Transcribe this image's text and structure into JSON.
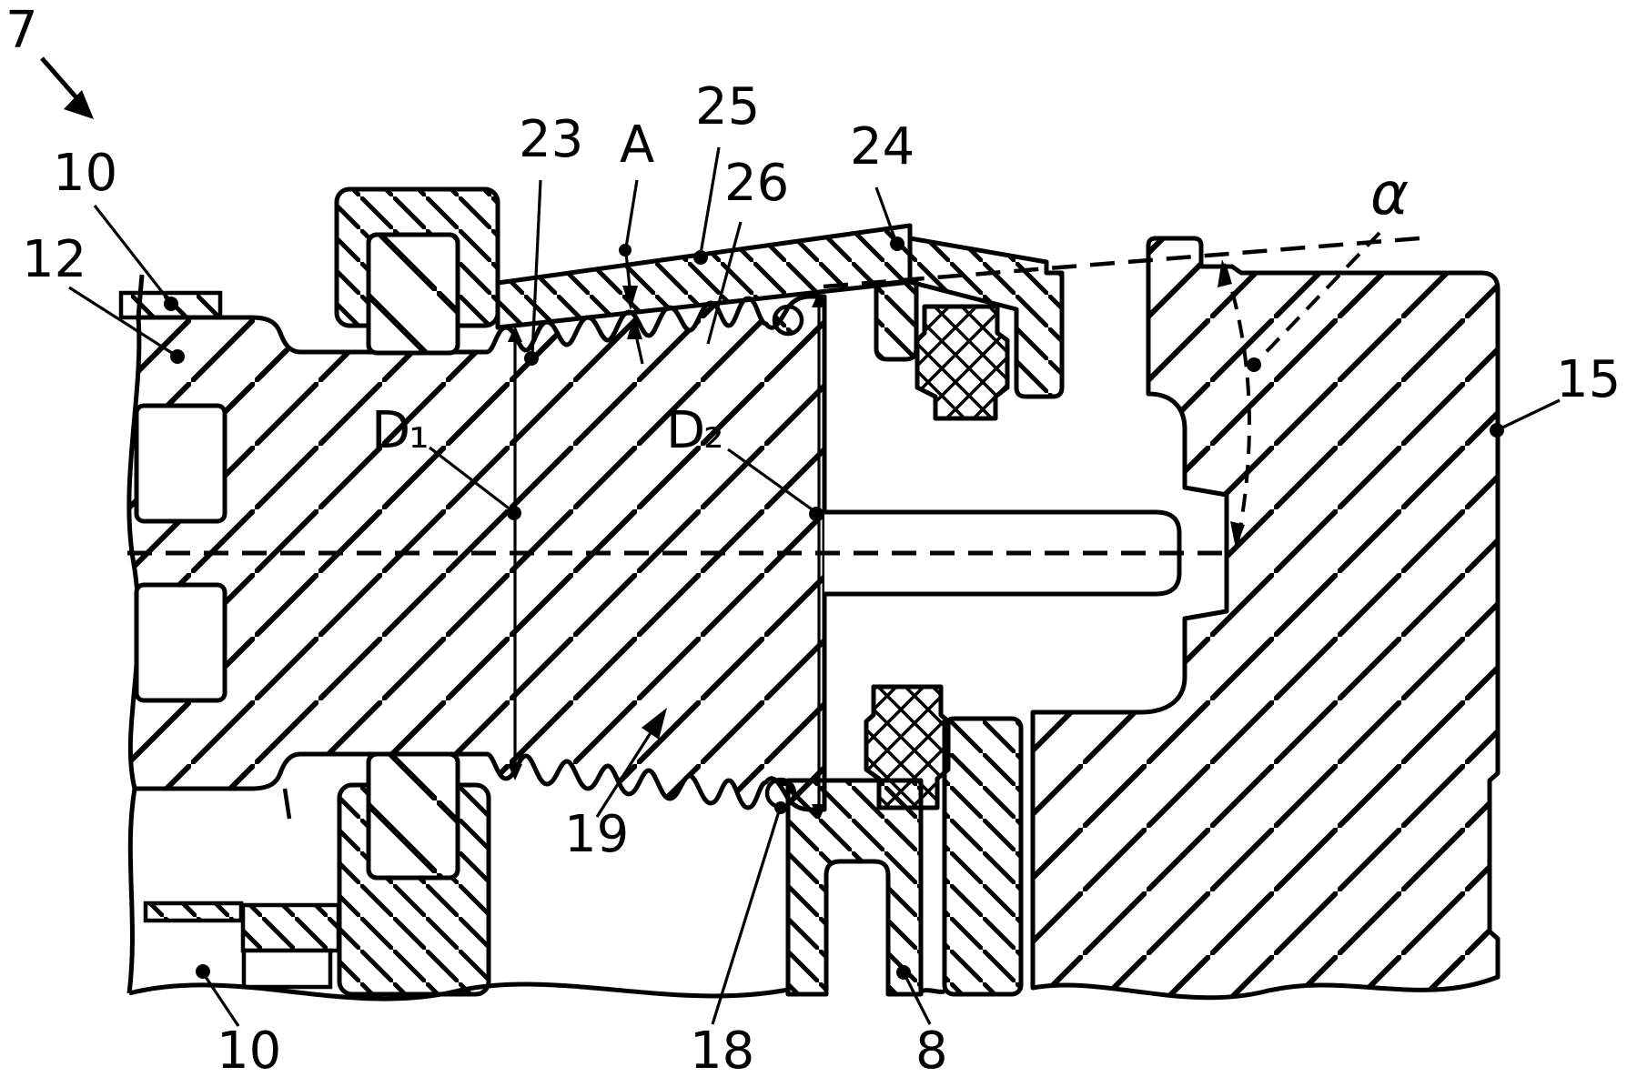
{
  "figure": {
    "type": "patent-cross-section-drawing",
    "colors": {
      "line": "#000000",
      "background": "#ffffff"
    },
    "labels": {
      "assembly": {
        "text": "7"
      },
      "housing_top": {
        "text": "10"
      },
      "body_left": {
        "text": "12"
      },
      "thread_root": {
        "text": "23"
      },
      "contact": {
        "text": "A"
      },
      "sleeve": {
        "text": "25"
      },
      "sleeve_thread": {
        "text": "26"
      },
      "collar": {
        "text": "24"
      },
      "angle": {
        "text": "α"
      },
      "body_right": {
        "text": "15"
      },
      "dia_small": {
        "text": "D₁"
      },
      "dia_large": {
        "text": "D₂"
      },
      "taper_thread": {
        "text": "19"
      },
      "oring": {
        "text": "18"
      },
      "seal": {
        "text": "8"
      },
      "housing_bottom": {
        "text": "10"
      }
    }
  }
}
